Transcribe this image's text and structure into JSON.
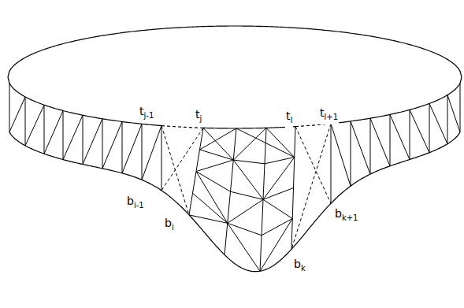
{
  "diagram": {
    "labels": [
      "tj-1",
      "tj",
      "tl",
      "tl+1",
      "bi-1",
      "bi",
      "bk",
      "bk+1"
    ]
  }
}
